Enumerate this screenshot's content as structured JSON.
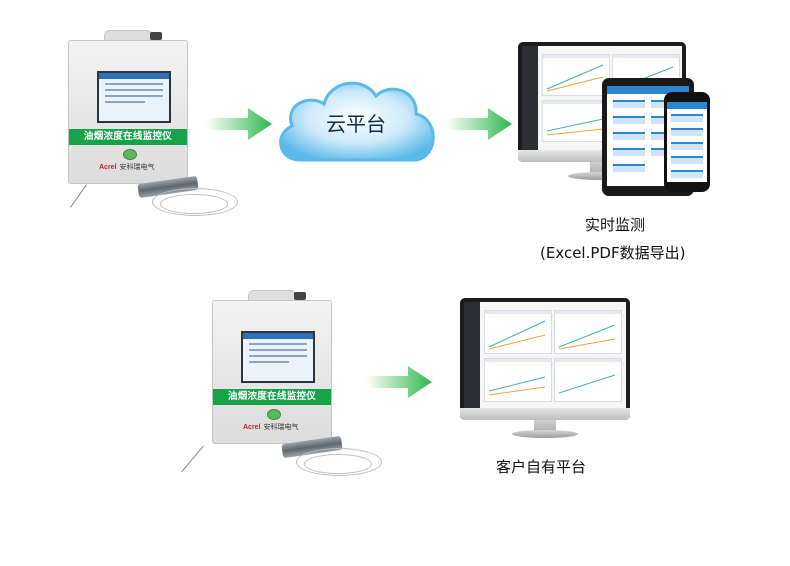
{
  "device": {
    "band_label": "油烟浓度在线监控仪",
    "brand": "Acrel",
    "brand_cn": "安科瑞电气"
  },
  "cloud": {
    "label": "云平台"
  },
  "top_caption": {
    "line1": "实时监测",
    "line2": "(Excel.PDF数据导出)"
  },
  "bottom_caption": {
    "label": "客户自有平台"
  },
  "colors": {
    "band_green": "#18a24a",
    "arrow_green": "#2eb84a",
    "cloud_blue": "#5ab9e8",
    "screen_accent": "#2f86d0"
  },
  "icons": [
    "flow-arrow",
    "cloud-shape",
    "monitor-device",
    "desktop-monitor",
    "tablet",
    "phone"
  ]
}
